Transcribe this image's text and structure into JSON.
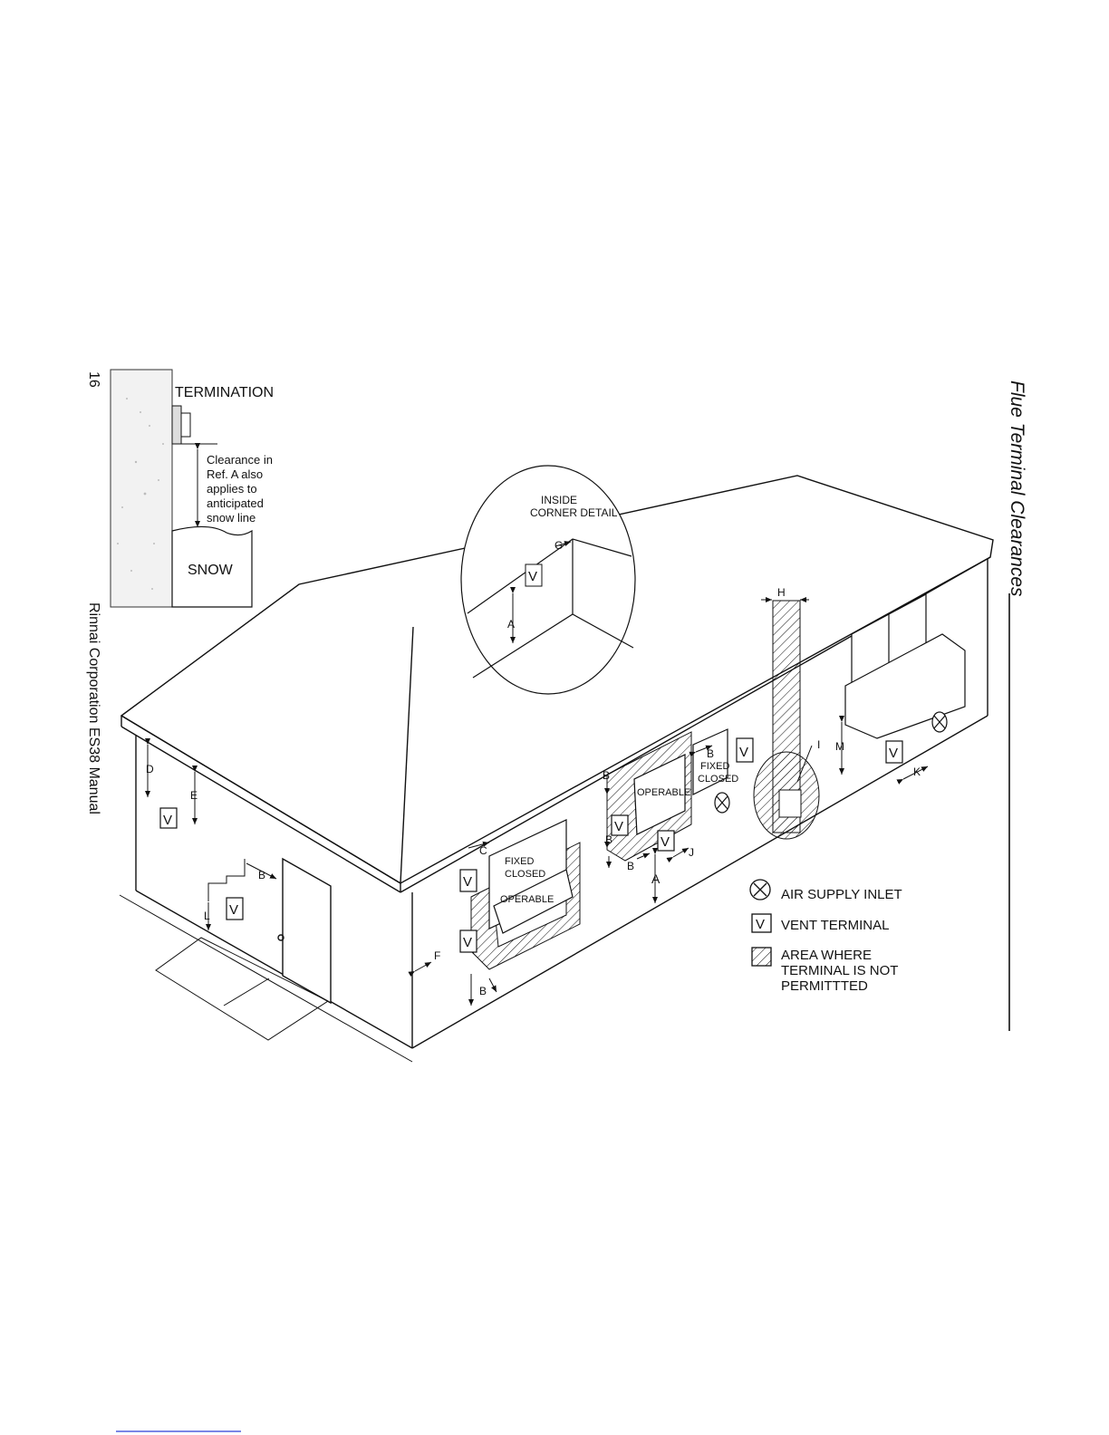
{
  "page": {
    "title": "Flue Terminal Clearances",
    "footer": "Rinnai Corporation ES38 Manual",
    "page_number": "16"
  },
  "snow_detail": {
    "termination": "TERMINATION",
    "clearance_lines": [
      "Clearance in",
      "Ref. A also",
      "applies to",
      "anticipated",
      "snow line"
    ],
    "snow": "SNOW"
  },
  "corner_detail": {
    "title_line1": "INSIDE",
    "title_line2": "CORNER DETAIL",
    "label_g": "G",
    "label_a": "A",
    "vent": "V"
  },
  "house": {
    "labels": {
      "a_wall": "A",
      "b_door": "B",
      "b_window_left": "B",
      "b_top": "B",
      "b_side": "B",
      "b_bottom": "B",
      "b_right": "B",
      "b_fixed": "B",
      "c": "C",
      "d": "D",
      "e": "E",
      "f": "F",
      "h": "H",
      "i": "I",
      "j": "J",
      "k": "K",
      "l": "L",
      "m": "M"
    },
    "window_texts": {
      "fixed": "FIXED",
      "closed": "CLOSED",
      "operable": "OPERABLE"
    },
    "vent": "V"
  },
  "legend": {
    "air_supply": "AIR SUPPLY INLET",
    "vent_terminal": "VENT TERMINAL",
    "vent_symbol": "V",
    "area_lines": [
      "AREA WHERE",
      "TERMINAL IS NOT",
      "PERMITTTED"
    ]
  }
}
